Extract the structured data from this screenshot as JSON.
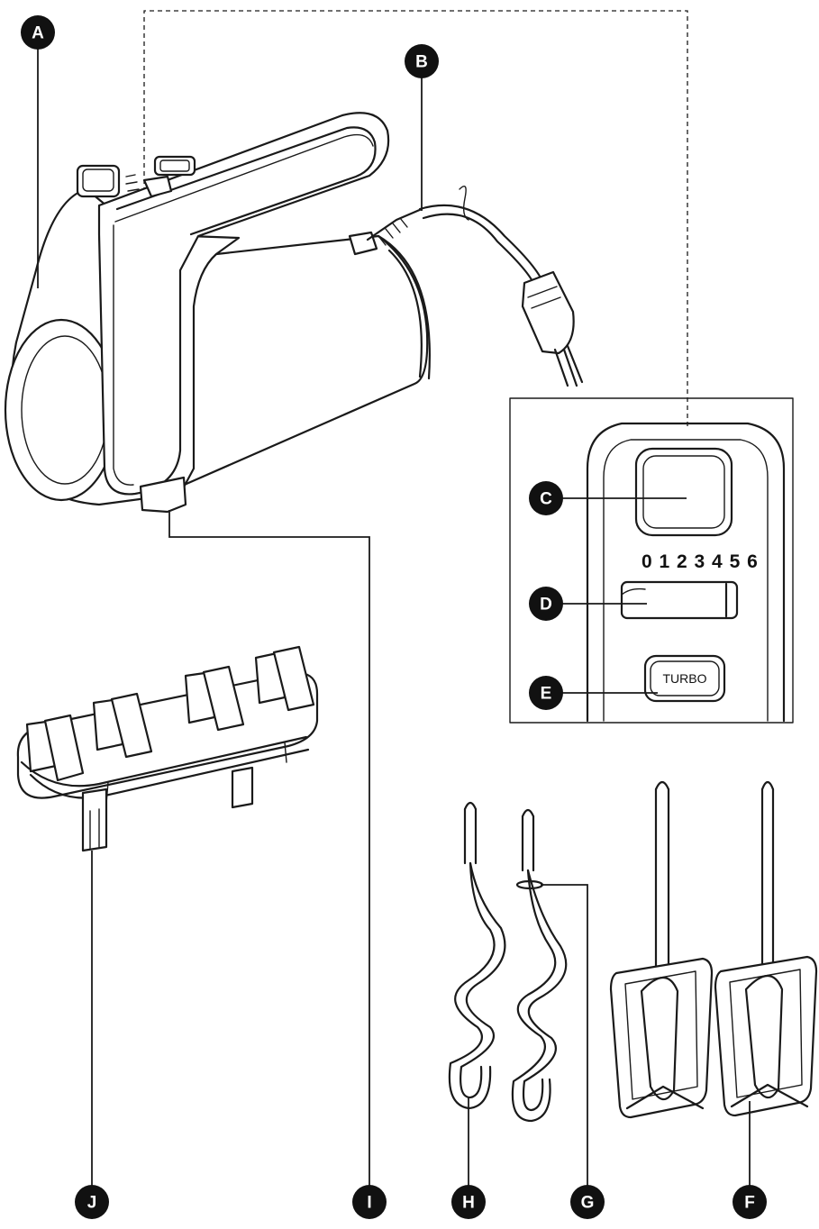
{
  "callouts": {
    "a": "A",
    "b": "B",
    "c": "C",
    "d": "D",
    "e": "E",
    "f": "F",
    "g": "G",
    "h": "H",
    "i": "I",
    "j": "J"
  },
  "control_panel": {
    "speed_scale": "0 1 2  3 4 5 6",
    "turbo_label": "TURBO"
  },
  "colors": {
    "callout_fill": "#111111",
    "callout_text": "#ffffff",
    "line": "#1a1a1a"
  }
}
